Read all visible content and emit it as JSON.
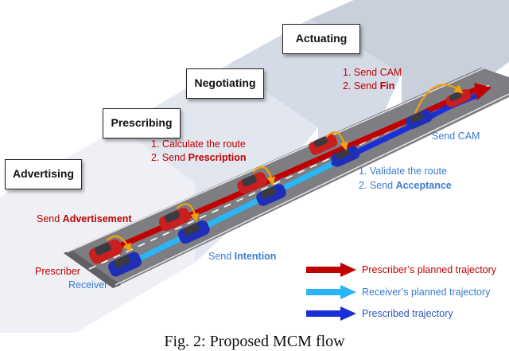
{
  "stages": {
    "advertising": "Advertising",
    "prescribing": "Prescribing",
    "negotiating": "Negotiating",
    "actuating": "Actuating"
  },
  "prescribing_steps": {
    "step1": "1. Calculate the route",
    "step2_prefix": "2. Send ",
    "step2_bold": "Prescription"
  },
  "actuating_steps": {
    "step1": "1.   Send CAM",
    "step2_prefix": "2.   Send ",
    "step2_bold": "Fin"
  },
  "negotiating_steps": {
    "step1": "1. Validate the route",
    "step2_prefix": "2. Send ",
    "step2_bold": "Acceptance"
  },
  "messages": {
    "send_cam": "Send CAM",
    "advert_prefix": "Send ",
    "advert_bold": "Advertisement",
    "intention_prefix": "Send ",
    "intention_bold": "Intention"
  },
  "roles": {
    "prescriber": "Prescriber",
    "receiver": "Receiver"
  },
  "legend": {
    "prescriber_traj": "Prescriber’s planned trajectory",
    "receiver_traj": "Receiver’s planned trajectory",
    "prescribed_traj": "Prescribed trajectory",
    "colors": {
      "prescriber": "#c00000",
      "receiver": "#29b6f6",
      "prescribed": "#1a2fd6"
    }
  },
  "caption": "Fig. 2: Proposed MCM flow"
}
